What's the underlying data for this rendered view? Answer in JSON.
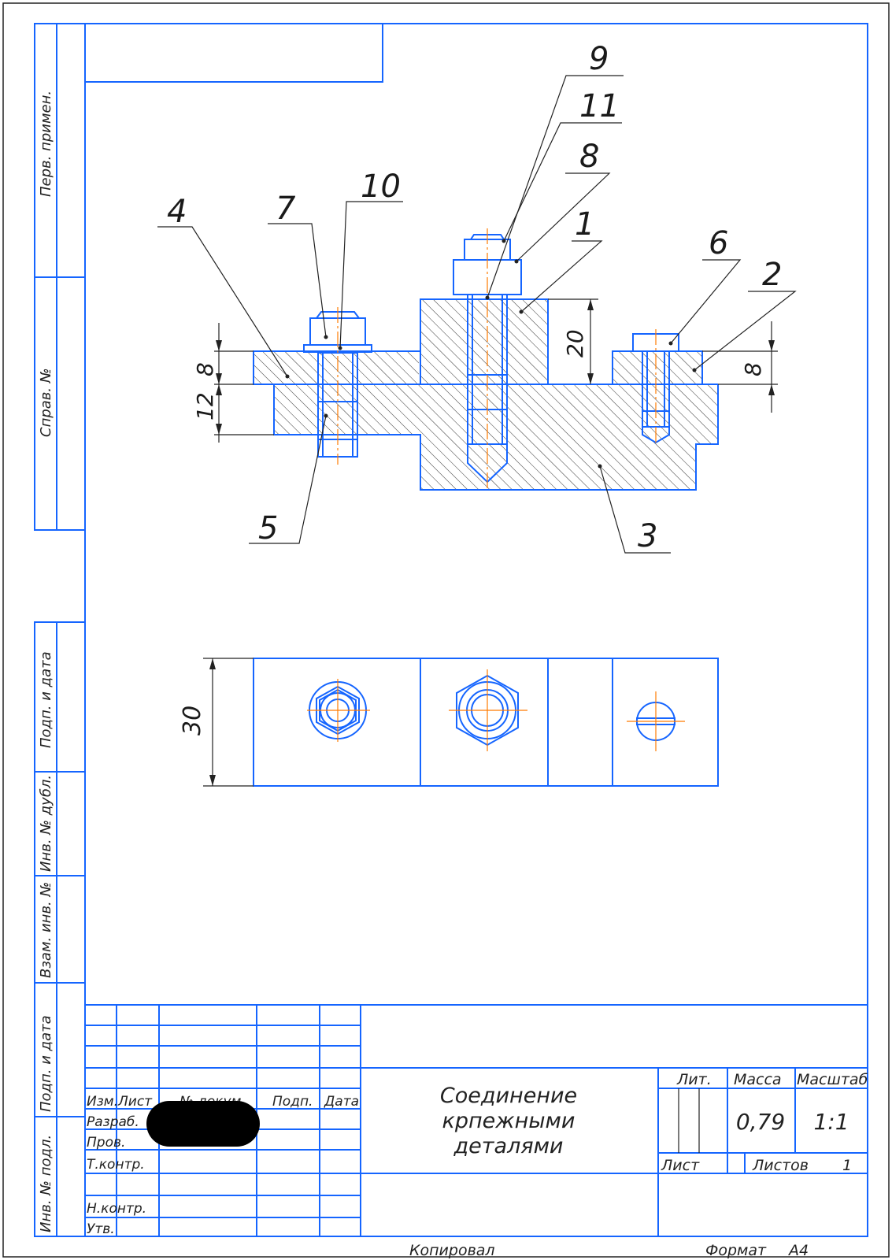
{
  "side_labels": {
    "perv_primen": "Перв. примен.",
    "sprav_no": "Справ. №",
    "podp_data_1": "Подп. и дата",
    "inv_no_dubl": "Инв. № дубл.",
    "vzam_inv_no": "Взам. инв. №",
    "podp_data_2": "Подп. и дата",
    "inv_no_podl": "Инв. № подл."
  },
  "leaders": [
    "1",
    "2",
    "3",
    "4",
    "5",
    "6",
    "7",
    "8",
    "9",
    "10",
    "11"
  ],
  "dimensions": {
    "d8_left": "8",
    "d12": "12",
    "d20": "20",
    "d8_right": "8",
    "d30": "30"
  },
  "title_block": {
    "columns": {
      "izm": "Изм.",
      "list": "Лист",
      "no_dokum": "№ докум.",
      "podp": "Подп.",
      "data": "Дата"
    },
    "rows": {
      "razrab": "Разраб.",
      "prov": "Пров.",
      "t_kontr": "Т.контр.",
      "n_kontr": "Н.контр.",
      "utv": "Утв."
    },
    "title": [
      "Соединение",
      "крпежными",
      "деталями"
    ],
    "lit_label": "Лит.",
    "massa_label": "Масса",
    "masshtab_label": "Масштаб",
    "massa_value": "0,79",
    "masshtab_value": "1:1",
    "list_label": "Лист",
    "listov_label": "Листов",
    "listov_value": "1"
  },
  "footer": {
    "kopiroval": "Копировал",
    "format_label": "Формат",
    "format_value": "А4"
  },
  "colors": {
    "outline": "#1565ff",
    "centerline": "#ff7b00",
    "text": "#222222"
  }
}
